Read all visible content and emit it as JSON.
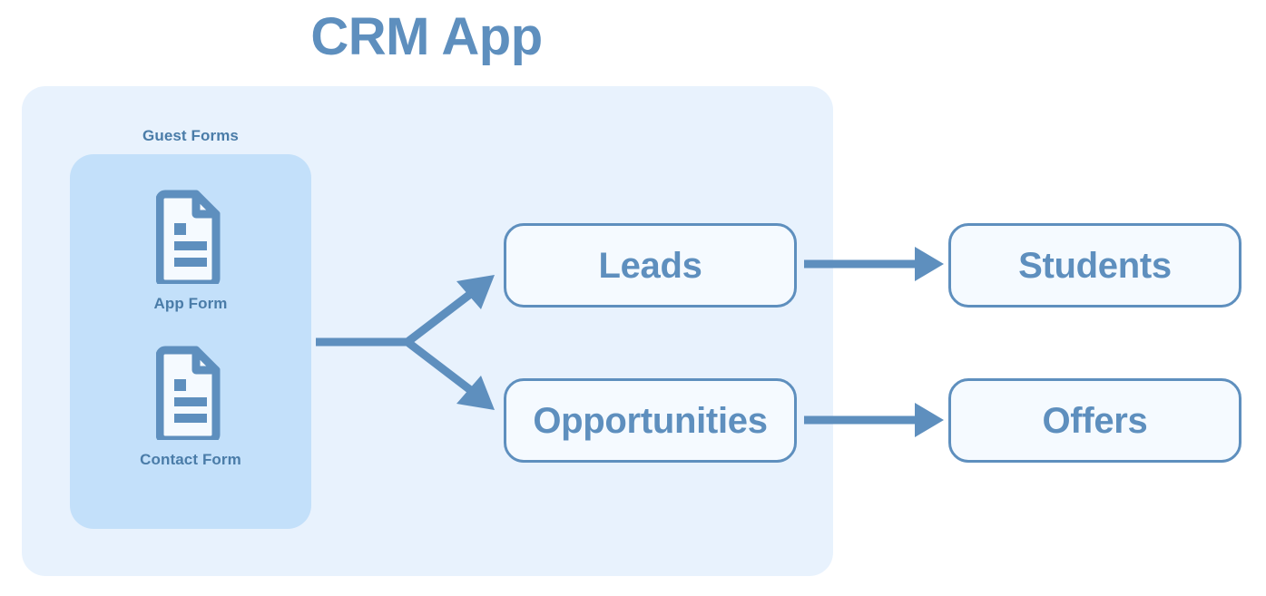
{
  "page": {
    "title": "CRM App",
    "background": "#ffffff"
  },
  "colors": {
    "accent": "#5E8FBE",
    "label_text": "#4A7CA8",
    "outer_panel": "#E8F2FD",
    "inner_panel": "#C3E0FA",
    "box_fill": "#F5FAFF",
    "connector": "#5E8FBE"
  },
  "diagram": {
    "type": "flow",
    "outer_group": {
      "name": "crm-app-group"
    },
    "inner_group": {
      "label": "Guest Forms",
      "items": [
        {
          "label": "App Form",
          "icon": "document-icon"
        },
        {
          "label": "Contact Form",
          "icon": "document-icon"
        }
      ]
    },
    "entities": [
      {
        "id": "leads",
        "label": "Leads"
      },
      {
        "id": "opportunities",
        "label": "Opportunities"
      },
      {
        "id": "students",
        "label": "Students"
      },
      {
        "id": "offers",
        "label": "Offers"
      }
    ],
    "connections": [
      {
        "from": "guest-forms",
        "to": "leads",
        "style": "branch-arrow"
      },
      {
        "from": "guest-forms",
        "to": "opportunities",
        "style": "branch-arrow"
      },
      {
        "from": "leads",
        "to": "students",
        "style": "straight-arrow"
      },
      {
        "from": "opportunities",
        "to": "offers",
        "style": "straight-arrow"
      }
    ]
  }
}
